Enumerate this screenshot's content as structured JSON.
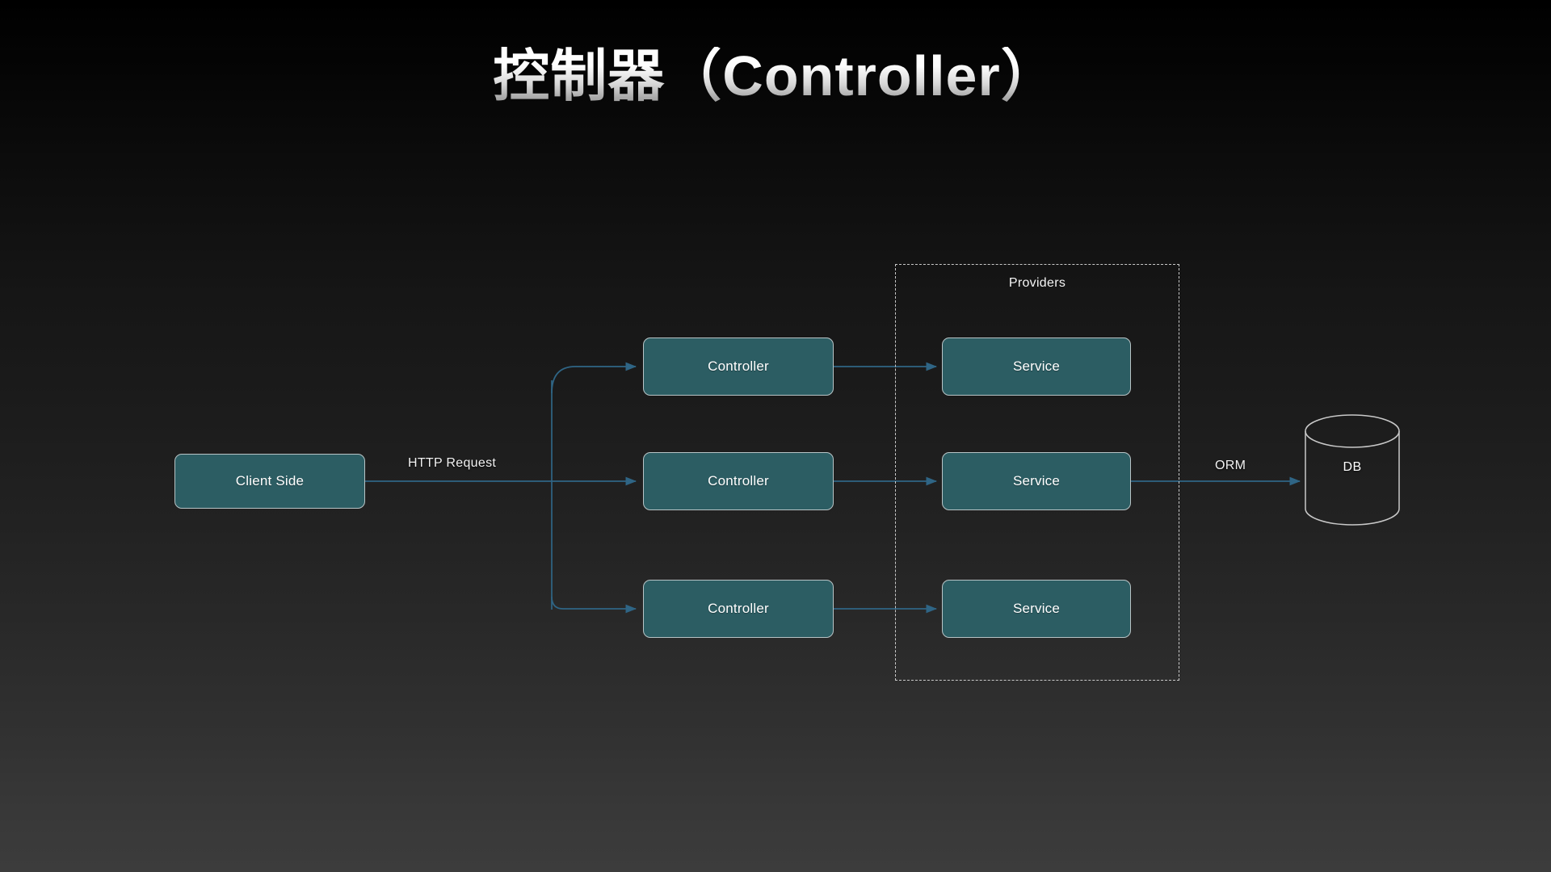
{
  "slide": {
    "title": "控制器（Controller）",
    "background_top_color": "#000000",
    "background_bottom_color": "#3c3c3c"
  },
  "theme": {
    "node_fill": "#2c5d63",
    "node_border": "#b8c4c6",
    "node_text": "#ffffff",
    "edge_color": "#2f6585",
    "group_border": "#c9c9c9",
    "db_outline": "#c9c9c9",
    "label_text": "#f2f2f2"
  },
  "diagram": {
    "type": "flowchart",
    "client": {
      "label": "Client Side",
      "icon": "client-node"
    },
    "controllers": [
      {
        "label": "Controller"
      },
      {
        "label": "Controller"
      },
      {
        "label": "Controller"
      }
    ],
    "providers_group": {
      "label": "Providers"
    },
    "services": [
      {
        "label": "Service"
      },
      {
        "label": "Service"
      },
      {
        "label": "Service"
      }
    ],
    "database": {
      "label": "DB",
      "shape": "cylinder"
    },
    "edge_labels": {
      "http_request": "HTTP Request",
      "orm": "ORM"
    }
  }
}
